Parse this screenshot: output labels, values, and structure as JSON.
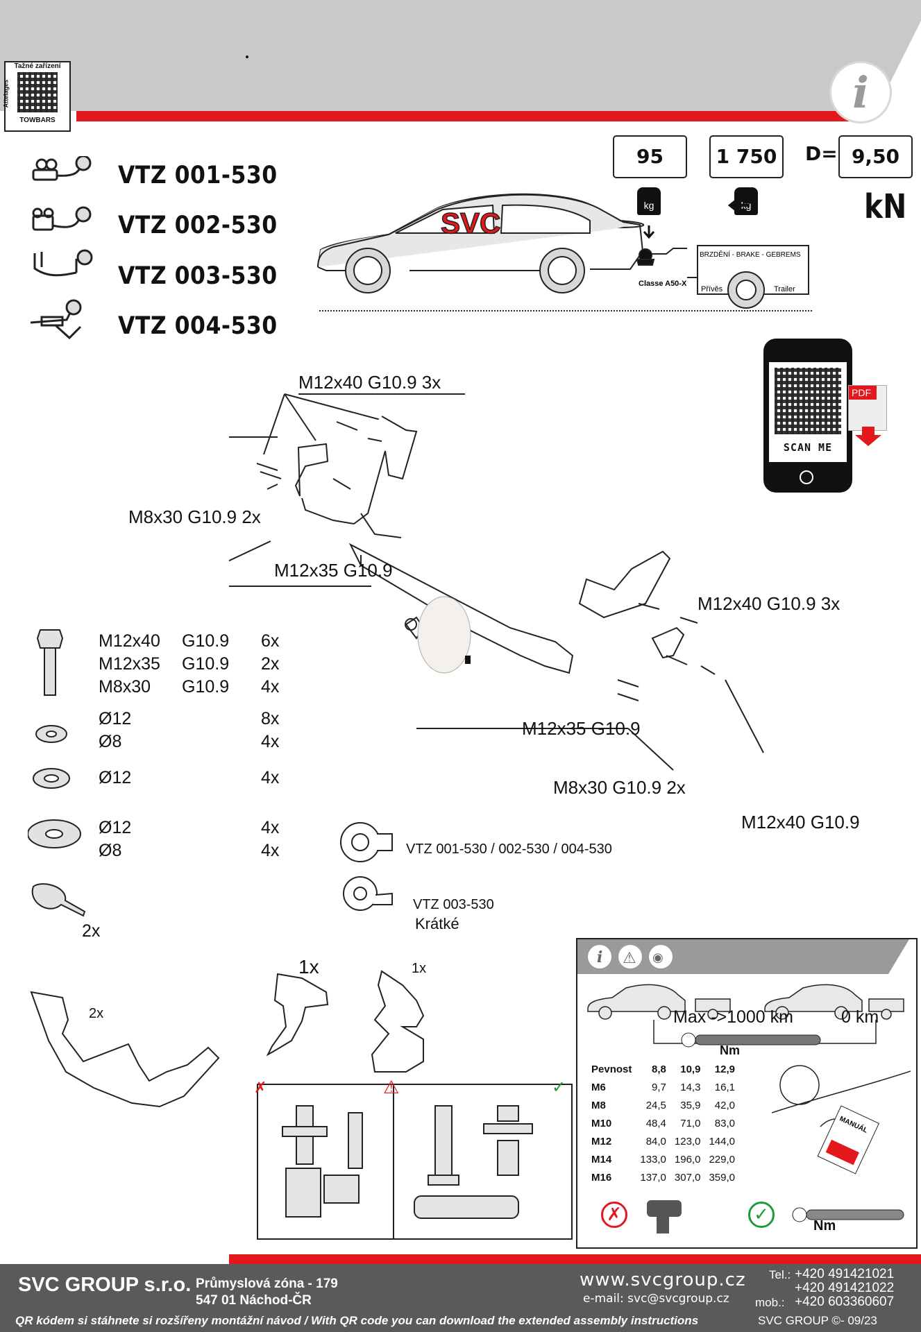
{
  "header": {
    "qr_label_top": "Tažné zařízení",
    "qr_label_side": "Attelages",
    "qr_label_bottom": "TOWBARS",
    "info_icon": "info-icon",
    "colors": {
      "grey": "#c9c9c9",
      "red": "#e3171c",
      "dark": "#555555"
    }
  },
  "models": [
    {
      "code": "VTZ 001-530"
    },
    {
      "code": "VTZ 002-530"
    },
    {
      "code": "VTZ 003-530"
    },
    {
      "code": "VTZ 004-530"
    }
  ],
  "ratings": {
    "vertical_load": "95",
    "trailer_mass": "1 750",
    "d_label": "D=",
    "d_value": "9,50",
    "d_unit": "kN",
    "kg1": "kg",
    "kg2": "kg"
  },
  "car": {
    "brand": "SVC",
    "coupling_class": "Classe A50-X",
    "trailer_brake": "BRZDĚNÍ - BRAKE - GEBREMS",
    "trailer_left": "Přívěs",
    "trailer_right": "Trailer"
  },
  "phone": {
    "scan_label": "SCAN ME",
    "pdf_label": "PDF"
  },
  "callouts": {
    "top_m12x40": "M12x40  G10.9 3x",
    "left_m8x30": "M8x30 G10.9 2x",
    "left_m12x35": "M12x35 G10.9",
    "right_m12x40_3x": "M12x40 G10.9 3x",
    "right_m12x35": "M12x35  G10.9",
    "right_m8x30": "M8x30    G10.9   2x",
    "right_m12x40": "M12x40 G10.9"
  },
  "hardware": {
    "bolts": [
      {
        "size": "M12x40",
        "grade": "G10.9",
        "qty": "6x"
      },
      {
        "size": "M12x35",
        "grade": "G10.9",
        "qty": "2x"
      },
      {
        "size": "M8x30",
        "grade": "G10.9",
        "qty": "4x"
      }
    ],
    "spring_washers": [
      {
        "size": "Ø12",
        "qty": "8x"
      },
      {
        "size": "Ø8",
        "qty": "4x"
      }
    ],
    "washer": {
      "size": "Ø12",
      "qty": "4x"
    },
    "large_washers": [
      {
        "size": "Ø12",
        "qty": "4x"
      },
      {
        "size": "Ø8",
        "qty": "4x"
      }
    ],
    "cable_tie_qty": "2x"
  },
  "socket_brackets": {
    "a": "VTZ 001-530 / 002-530 / 004-530",
    "b_code": "VTZ  003-530",
    "b_note": "Krátké"
  },
  "parts": {
    "plate_qty": "2x",
    "bracket_big_qty": "1x",
    "bracket_small_qty": "1x"
  },
  "info_panel": {
    "max_km": "Max ->1000 km",
    "zero_km": "0 km",
    "nm1": "Nm",
    "nm2": "Nm",
    "torque_header": [
      "Pevnost",
      "8,8",
      "10,9",
      "12,9"
    ],
    "torque_rows": [
      [
        "M6",
        "9,7",
        "14,3",
        "16,1"
      ],
      [
        "M8",
        "24,5",
        "35,9",
        "42,0"
      ],
      [
        "M10",
        "48,4",
        "71,0",
        "83,0"
      ],
      [
        "M12",
        "84,0",
        "123,0",
        "144,0"
      ],
      [
        "M14",
        "133,0",
        "196,0",
        "229,0"
      ],
      [
        "M16",
        "137,0",
        "307,0",
        "359,0"
      ]
    ],
    "manual_label": "MANUÁL"
  },
  "footer": {
    "company": "SVC GROUP s.r.o.",
    "address1": "Průmyslová zóna - 179",
    "address2": "547 01 Náchod-ČR",
    "web": "www.svcgroup.cz",
    "email": "e-mail: svc@svcgroup.cz",
    "tel_label": "Tel.:",
    "tel1": "+420 491421021",
    "tel2": "+420 491421022",
    "mob_label": "mob.:",
    "mob": "+420 603360607",
    "note": "QR kódem si stáhnete si rozšířeny montážní návod / With QR code you can download the extended assembly instructions",
    "copyright": "SVC GROUP ©- 09/23"
  }
}
